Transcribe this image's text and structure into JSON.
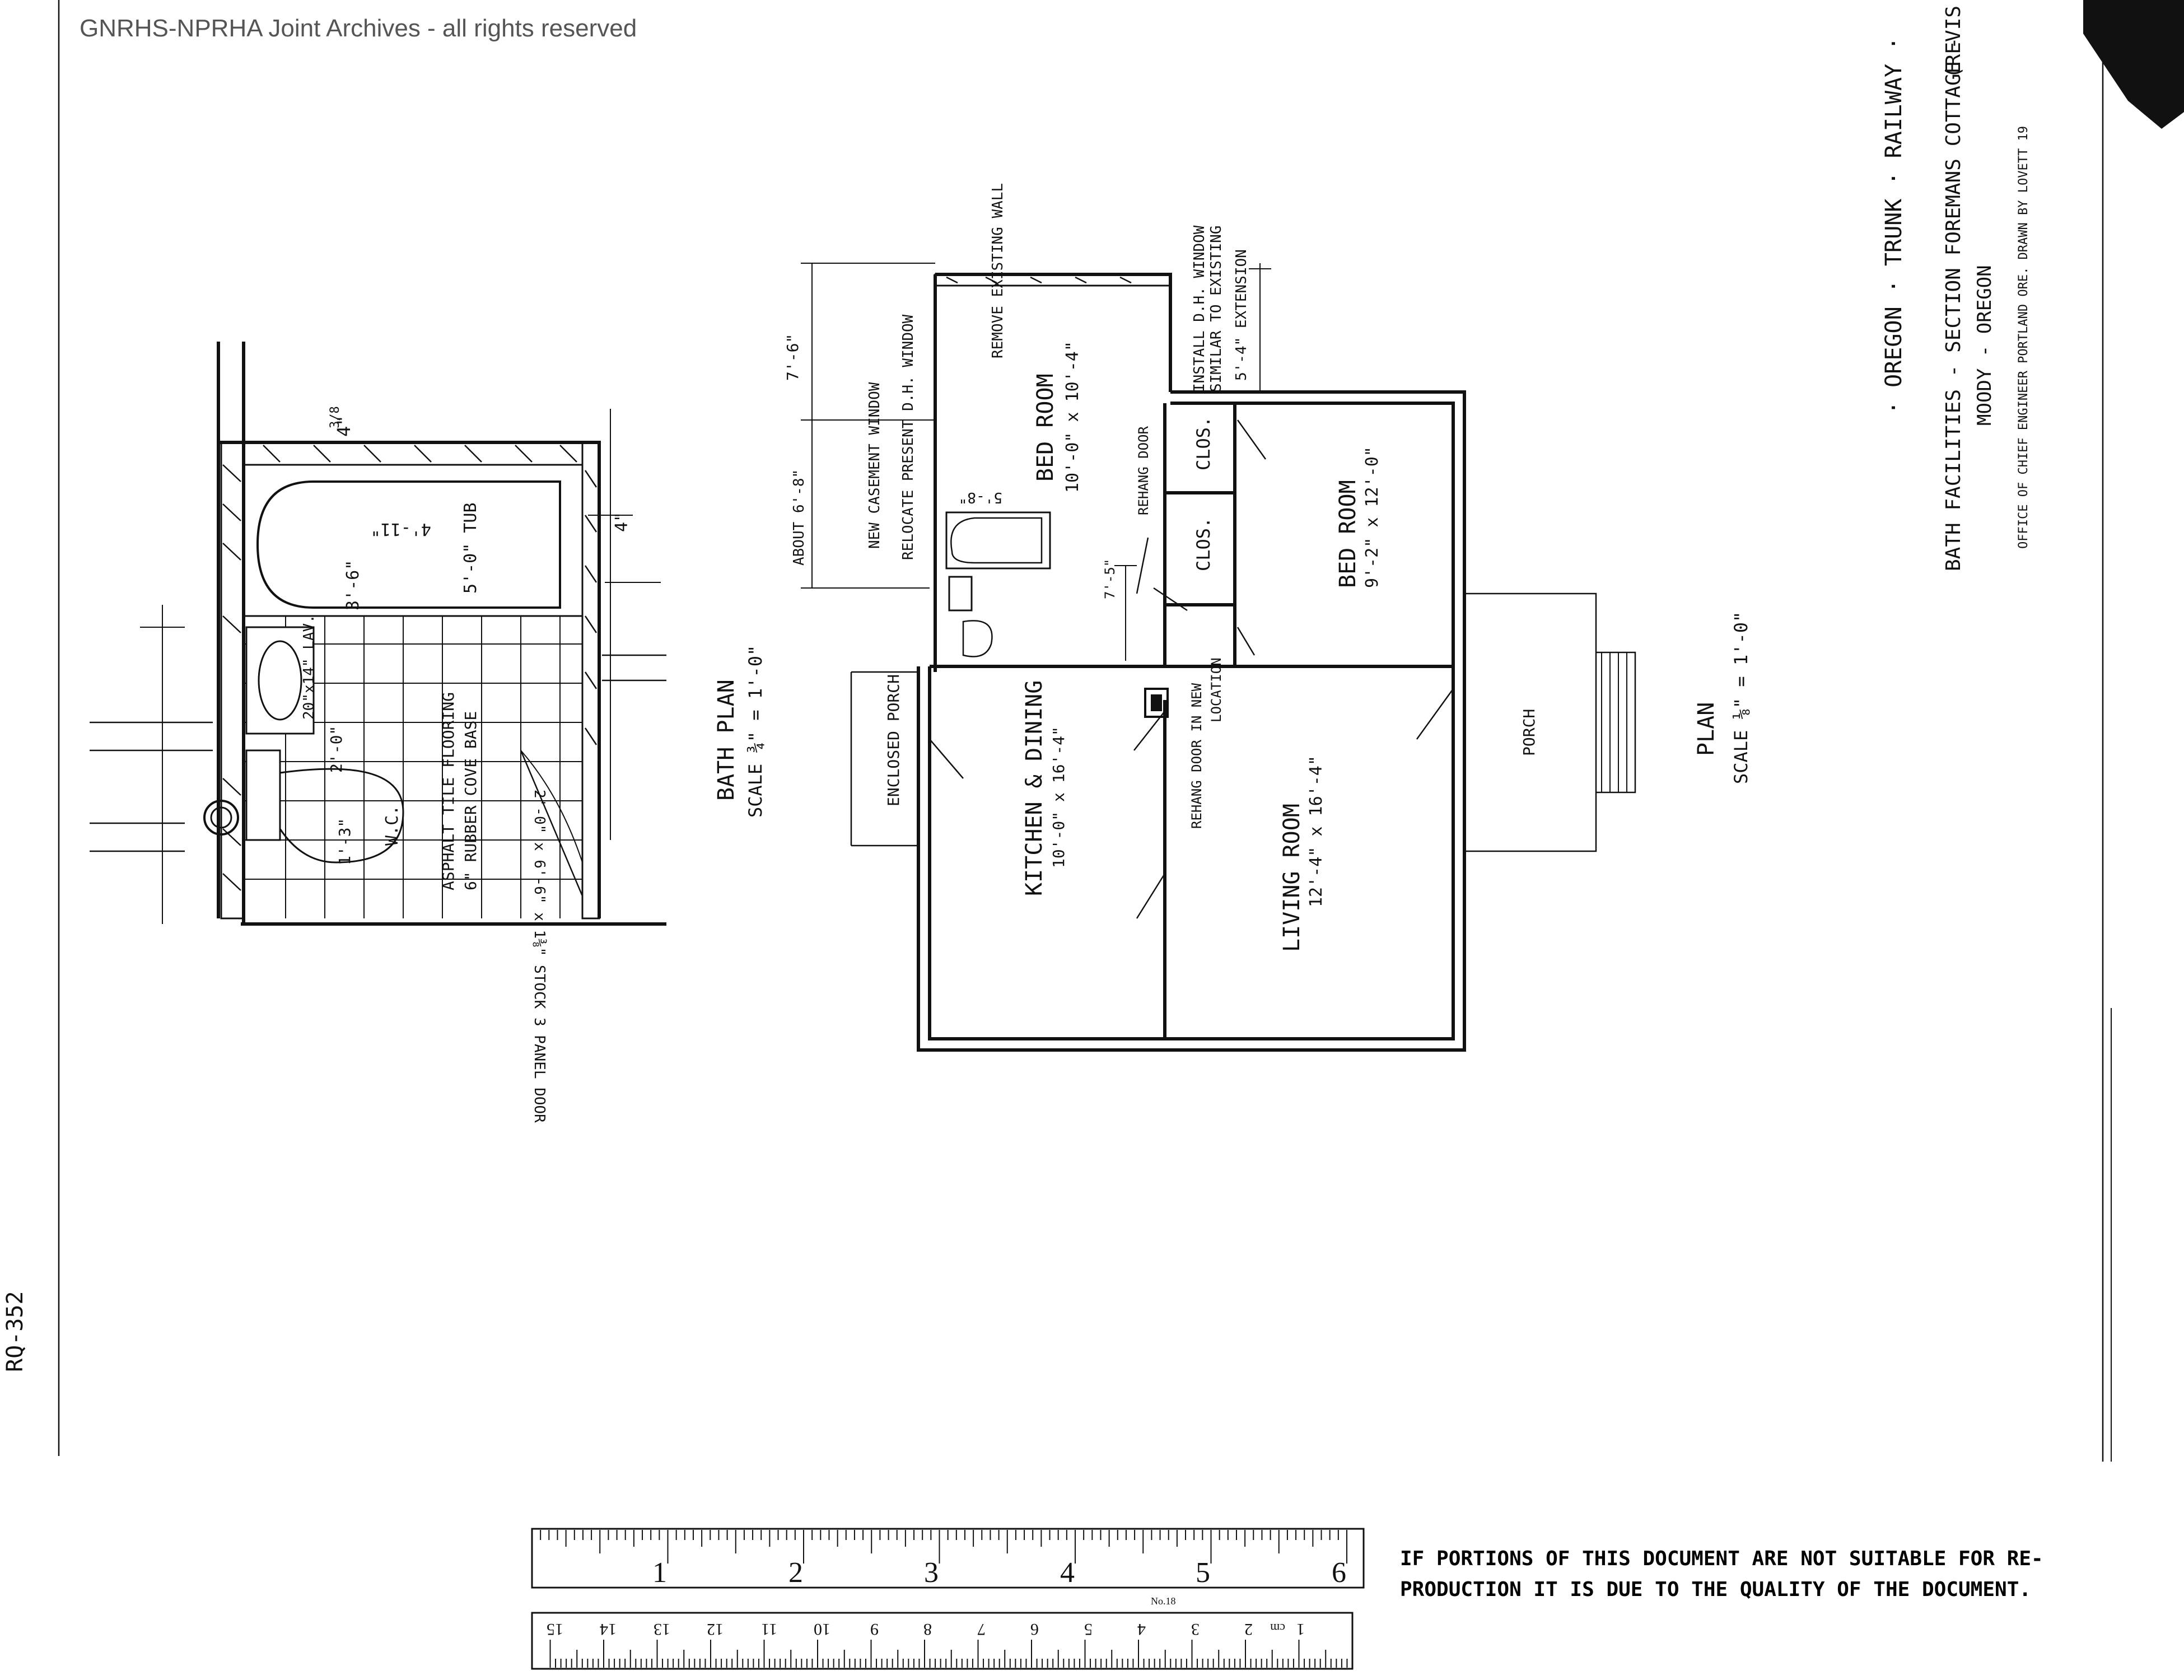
{
  "watermark": "GNRHS-NPRHA Joint Archives - all rights reserved",
  "title_block": {
    "railway": "· OREGON · TRUNK · RAILWAY ·",
    "project": "BATH FACILITIES - SECTION FOREMANS COTTAGE -",
    "revision": "(REVIS",
    "location": "MOODY - OREGON",
    "office": "OFFICE OF CHIEF ENGINEER   PORTLAND ORE.   DRAWN BY LOVETT  19"
  },
  "sheet_number": "RQ-352",
  "bath_plan": {
    "title": "BATH  PLAN",
    "scale": "SCALE ¾\" = 1'-0\"",
    "tub_label": "5'-0\" TUB",
    "tub_width": "3'-6\"",
    "tub_dim": "4'-11\"",
    "dim_top": "4\"",
    "dim_top_frac": "3/8",
    "dim_right": "4\"",
    "lavatory": "20\"x14\" LAV.",
    "lav_dim": "2'-0\"",
    "wc": "W.C.",
    "wc_dim": "1'-3\"",
    "flooring": "ASPHALT TILE FLOORING",
    "cove_base": "6\" RUBBER COVE BASE",
    "door": "2'-0\" x 6'-6\" x 1⅜\" STOCK 3 PANEL DOOR"
  },
  "house_plan": {
    "title": "PLAN",
    "scale": "SCALE ⅛\" = 1'-0\"",
    "rooms": {
      "bedroom1_name": "BED ROOM",
      "bedroom1_size": "10'-0\" x 10'-4\"",
      "bedroom2_name": "BED ROOM",
      "bedroom2_size": "9'-2\" x 12'-0\"",
      "kitchen_name": "KITCHEN & DINING",
      "kitchen_size": "10'-0\" x 16'-4\"",
      "living_name": "LIVING ROOM",
      "living_size": "12'-4\" x 16'-4\"",
      "clos1": "CLOS.",
      "clos2": "CLOS.",
      "porch": "PORCH",
      "enclosed_porch": "ENCLOSED PORCH"
    },
    "notes": {
      "remove_wall": "REMOVE EXISTING WALL",
      "install_window_1": "INSTALL D.H. WINDOW",
      "install_window_2": "SIMILAR TO EXISTING",
      "extension": "5'-4\" EXTENSION",
      "new_casement": "NEW CASEMENT WINDOW",
      "relocate_window": "RELOCATE PRESENT D.H. WINDOW",
      "rehang_door": "REHANG DOOR",
      "rehang_door_new": "REHANG DOOR IN NEW",
      "location": "LOCATION",
      "dim_7_6": "7'-6\"",
      "dim_6_8": "ABOUT 6'-8\"",
      "dim_5_8": "5'-8\"",
      "dim_7_5": "7'-5\""
    }
  },
  "ruler": {
    "inches": [
      "1",
      "2",
      "3",
      "4",
      "5",
      "6"
    ],
    "cm": [
      "1",
      "2",
      "3",
      "4",
      "5",
      "6",
      "7",
      "8",
      "9",
      "10",
      "11",
      "12",
      "13",
      "14",
      "15"
    ],
    "cm_unit": "cm",
    "model": "No.18"
  },
  "notice": {
    "line1": "IF PORTIONS OF THIS DOCUMENT ARE NOT SUITABLE FOR RE-",
    "line2": "PRODUCTION IT IS DUE TO THE QUALITY OF THE DOCUMENT."
  }
}
